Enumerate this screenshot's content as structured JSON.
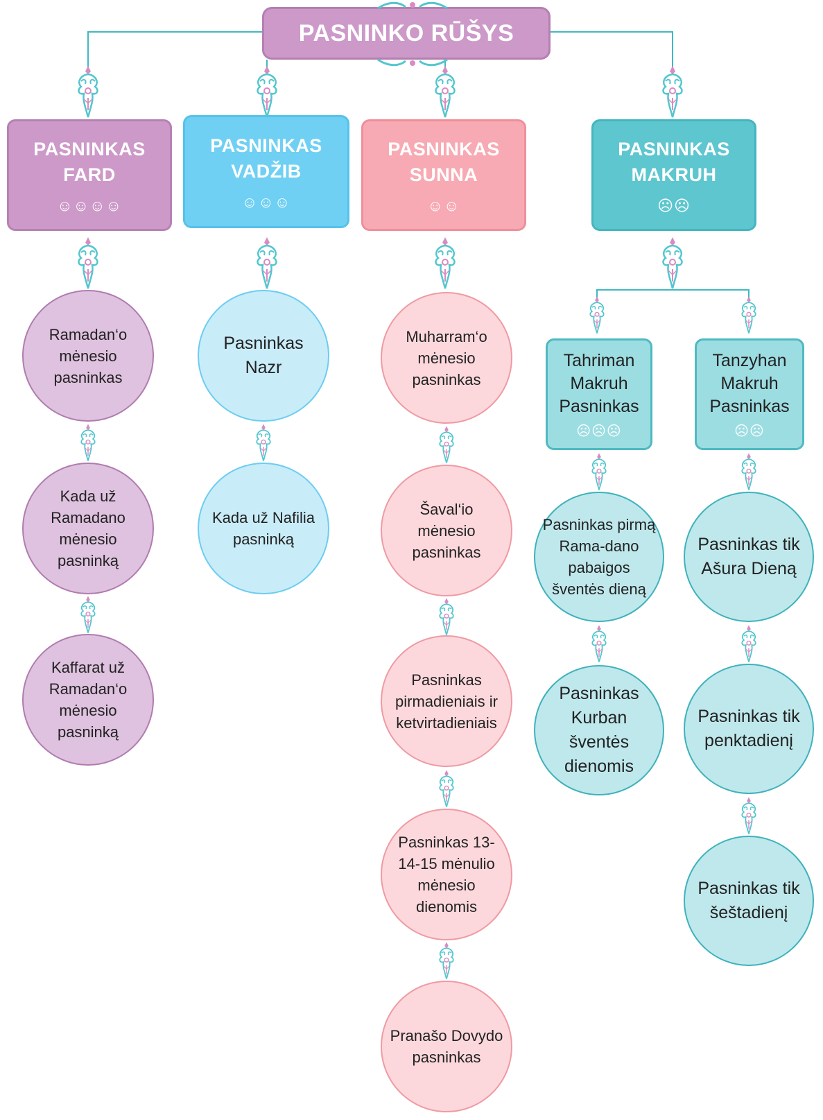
{
  "title": "PASNINKO RŪŠYS",
  "categories": [
    {
      "name_line1": "PASNINKAS",
      "name_line2": "FARD",
      "smiles": "☺☺☺☺",
      "items": [
        "Ramadan‘o mėnesio pasninkas",
        "Kada už Ramadano mėnesio pasninką",
        "Kaffarat už Ramadan‘o mėnesio pasninką"
      ]
    },
    {
      "name_line1": "PASNINKAS",
      "name_line2": "VADŽIB",
      "smiles": "☺☺☺",
      "items": [
        "Pasninkas Nazr",
        "Kada už Nafilia pasninką"
      ]
    },
    {
      "name_line1": "PASNINKAS",
      "name_line2": "SUNNA",
      "smiles": "☺☺",
      "items": [
        "Muharram‘o mėnesio pasninkas",
        "Šaval‘io mėnesio pasninkas",
        "Pasninkas pirmadieniais ir ketvirtadieniais",
        "Pasninkas 13-14-15 mėnulio mėnesio dienomis",
        "Pranašo Dovydo pasninkas"
      ]
    },
    {
      "name_line1": "PASNINKAS",
      "name_line2": "MAKRUH",
      "smiles": "☹☹",
      "subcategories": [
        {
          "name": "Tahriman Makruh Pasninkas",
          "smiles": "☹☹☹",
          "items": [
            "Pasninkas pirmą Rama-dano pabaigos šventės dieną",
            "Pasninkas Kurban šventės dienomis"
          ]
        },
        {
          "name": "Tanzyhan Makruh Pasninkas",
          "smiles": "☹☹",
          "items": [
            "Pasninkas tik Ašura Dieną",
            "Pasninkas tik penktadienį",
            "Pasninkas tik šeštadienį"
          ]
        }
      ]
    }
  ],
  "colors": {
    "connector": "#3fb9c3",
    "ornament_teal": "#52c6ce",
    "ornament_pink": "#d98bc2"
  },
  "icons": [
    "ornament-icon"
  ]
}
